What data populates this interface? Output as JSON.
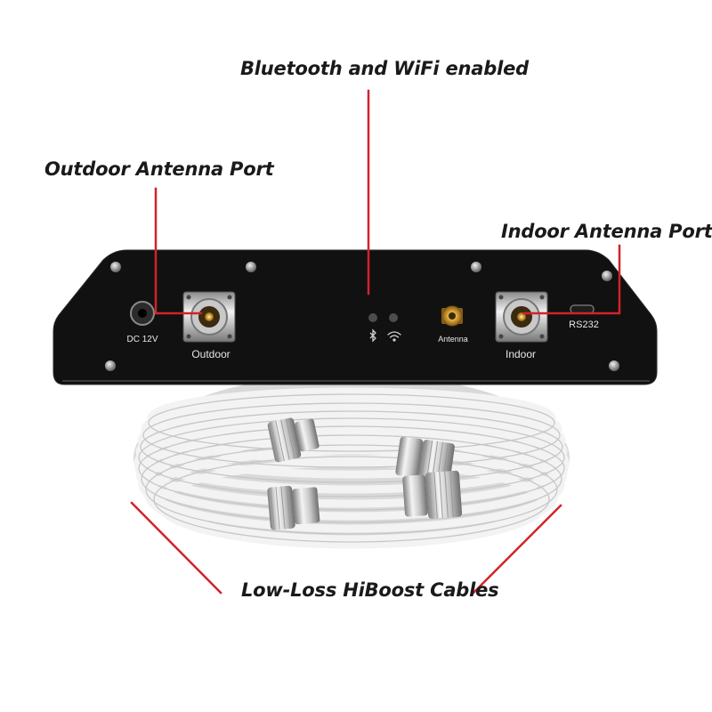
{
  "callouts": {
    "bluetooth_wifi": "Bluetooth and WiFi enabled",
    "outdoor_port": "Outdoor Antenna Port",
    "indoor_port": "Indoor Antenna Port",
    "cables": "Low-Loss HiBoost Cables"
  },
  "device_labels": {
    "dc": "DC 12V",
    "outdoor": "Outdoor",
    "antenna": "Antenna",
    "indoor": "Indoor",
    "rs232": "RS232"
  },
  "icons": {
    "bluetooth": "bluetooth-icon",
    "wifi": "wifi-icon"
  },
  "colors": {
    "leader_line": "#d2232a",
    "device_body": "#111111",
    "cable": "#eeeeee"
  }
}
